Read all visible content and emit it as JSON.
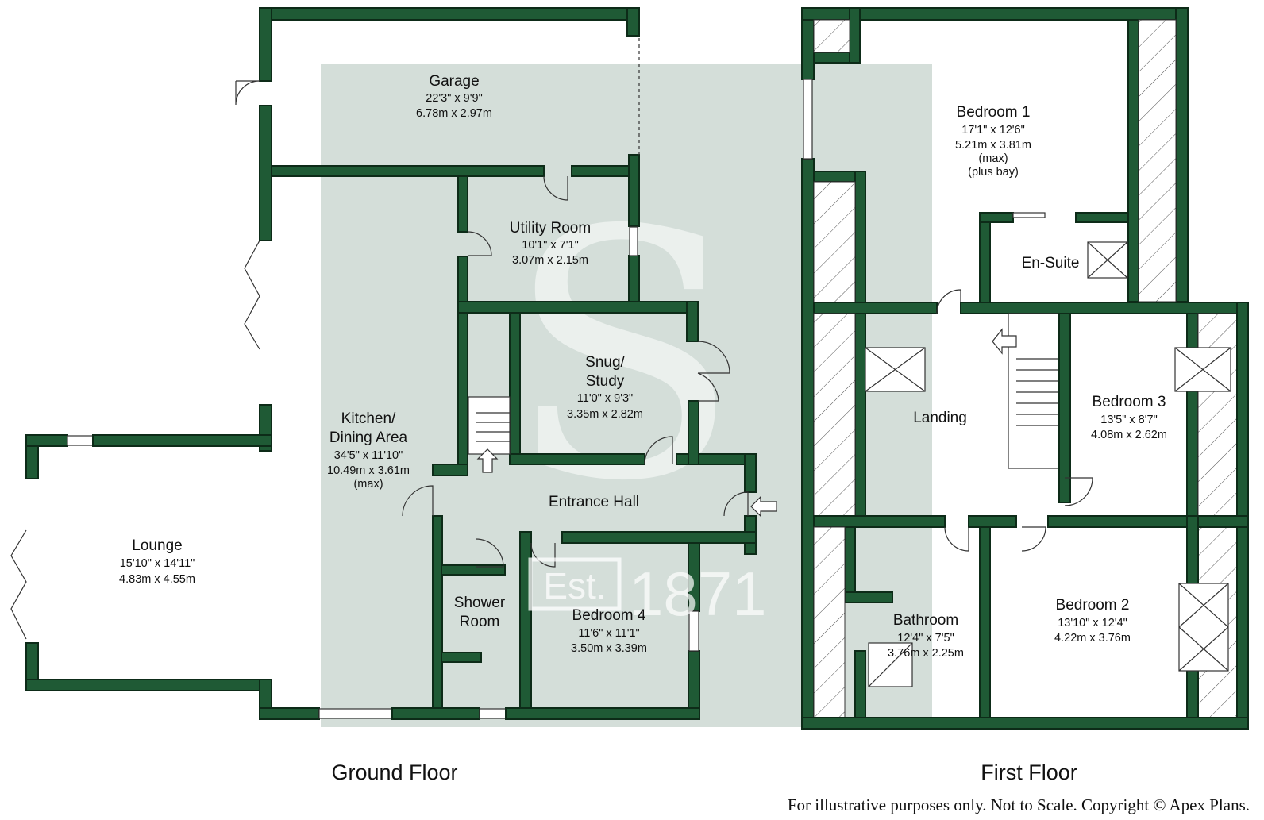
{
  "ground_floor": {
    "label": "Ground Floor",
    "rooms": [
      {
        "id": "garage",
        "name": [
          "Garage"
        ],
        "dims": [
          "22'3\" x 9'9\"",
          "6.78m x 2.97m"
        ]
      },
      {
        "id": "utility",
        "name": [
          "Utility Room"
        ],
        "dims": [
          "10'1\" x 7'1\"",
          "3.07m x 2.15m"
        ]
      },
      {
        "id": "snug",
        "name": [
          "Snug/",
          "Study"
        ],
        "dims": [
          "11'0\" x 9'3\"",
          "3.35m x 2.82m"
        ]
      },
      {
        "id": "kitchen",
        "name": [
          "Kitchen/",
          "Dining Area"
        ],
        "dims": [
          "34'5\" x 11'10\"",
          "10.49m x 3.61m",
          "(max)"
        ]
      },
      {
        "id": "entrance",
        "name": [
          "Entrance Hall"
        ],
        "dims": []
      },
      {
        "id": "lounge",
        "name": [
          "Lounge"
        ],
        "dims": [
          "15'10\" x 14'11\"",
          "4.83m x 4.55m"
        ]
      },
      {
        "id": "shower",
        "name": [
          "Shower",
          "Room"
        ],
        "dims": []
      },
      {
        "id": "bed4",
        "name": [
          "Bedroom 4"
        ],
        "dims": [
          "11'6\" x 11'1\"",
          "3.50m x 3.39m"
        ]
      }
    ]
  },
  "first_floor": {
    "label": "First Floor",
    "rooms": [
      {
        "id": "bed1",
        "name": [
          "Bedroom 1"
        ],
        "dims": [
          "17'1\" x 12'6\"",
          "5.21m x 3.81m",
          "(max)",
          "(plus bay)"
        ]
      },
      {
        "id": "ensuite",
        "name": [
          "En-Suite"
        ],
        "dims": []
      },
      {
        "id": "landing",
        "name": [
          "Landing"
        ],
        "dims": []
      },
      {
        "id": "bed3",
        "name": [
          "Bedroom 3"
        ],
        "dims": [
          "13'5\" x 8'7\"",
          "4.08m x 2.62m"
        ]
      },
      {
        "id": "bathroom",
        "name": [
          "Bathroom"
        ],
        "dims": [
          "12'4\" x 7'5\"",
          "3.76m x 2.25m"
        ]
      },
      {
        "id": "bed2",
        "name": [
          "Bedroom 2"
        ],
        "dims": [
          "13'10\" x 12'4\"",
          "4.22m x 3.76m"
        ]
      }
    ]
  },
  "watermark": {
    "letter": "S",
    "est": "Est.",
    "year": "1871"
  },
  "disclaimer": "For illustrative purposes only. Not to Scale. Copyright © Apex Plans.",
  "colors": {
    "wall": "#1f5a35",
    "watermark": "#cdd8d2"
  }
}
